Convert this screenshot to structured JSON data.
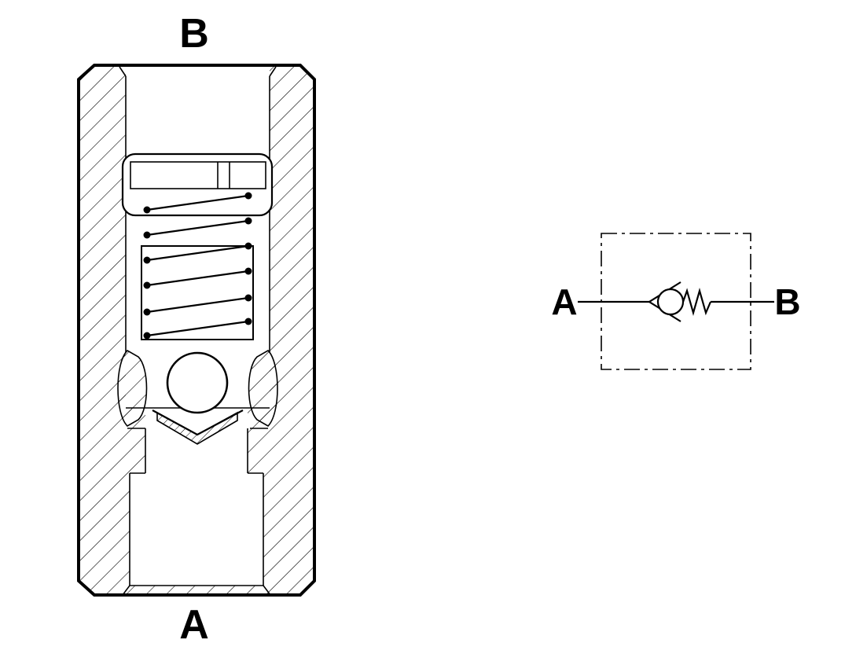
{
  "drawing": {
    "type": "check-valve-technical-drawing",
    "cross_section": {
      "top_port_label": "B",
      "bottom_port_label": "A"
    },
    "schematic": {
      "left_port_label": "A",
      "right_port_label": "B"
    },
    "colors": {
      "line": "#000000",
      "background": "#ffffff"
    }
  }
}
